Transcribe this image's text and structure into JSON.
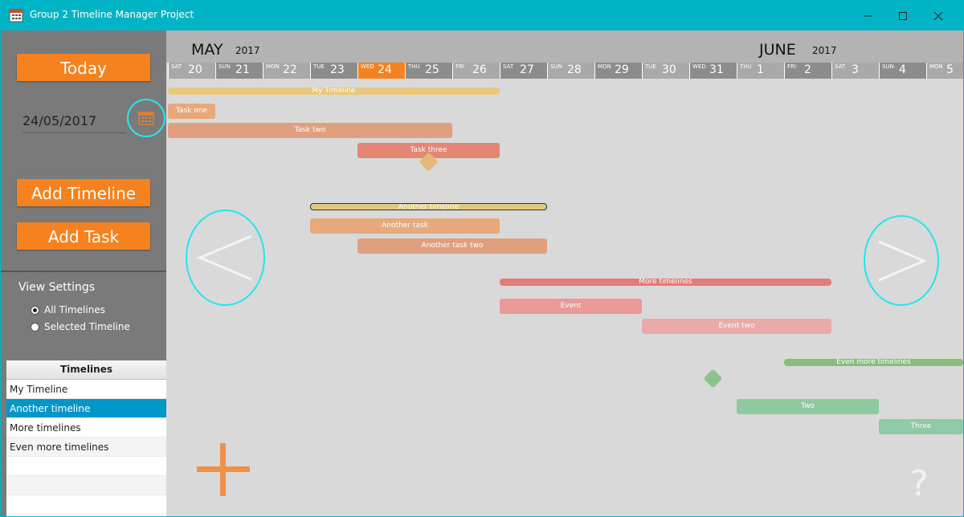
{
  "window": {
    "title": "Group 2 Timeline Manager Project",
    "accent": "#00b4c5",
    "controls": [
      "minimize-icon",
      "maximize-icon",
      "close-icon"
    ]
  },
  "sidebar": {
    "today_label": "Today",
    "date_value": "24/05/2017",
    "calendar_icon": "calendar-icon",
    "add_timeline_label": "Add Timeline",
    "add_task_label": "Add Task",
    "button_color": "#f5821f",
    "view_settings": {
      "label": "View Settings",
      "options": [
        {
          "label": "All Timelines",
          "checked": true
        },
        {
          "label": "Selected Timeline",
          "checked": false
        }
      ]
    },
    "timelines_list": {
      "header": "Timelines",
      "items": [
        "My Timeline",
        "Another timeline",
        "More timelines",
        "Even more timelines"
      ],
      "selected": "Another timeline"
    }
  },
  "calendar": {
    "months": [
      {
        "name": "MAY",
        "year": "2017"
      },
      {
        "name": "JUNE",
        "year": "2017"
      }
    ],
    "days": [
      {
        "abbr": "SAT",
        "num": "20"
      },
      {
        "abbr": "SUN",
        "num": "21"
      },
      {
        "abbr": "MON",
        "num": "22"
      },
      {
        "abbr": "TUE",
        "num": "23"
      },
      {
        "abbr": "WED",
        "num": "24",
        "today": true
      },
      {
        "abbr": "THU",
        "num": "25"
      },
      {
        "abbr": "FRI",
        "num": "26"
      },
      {
        "abbr": "SAT",
        "num": "27"
      },
      {
        "abbr": "SUN",
        "num": "28"
      },
      {
        "abbr": "MON",
        "num": "29"
      },
      {
        "abbr": "TUE",
        "num": "30"
      },
      {
        "abbr": "WED",
        "num": "31"
      },
      {
        "abbr": "THU",
        "num": "1"
      },
      {
        "abbr": "FRI",
        "num": "2"
      },
      {
        "abbr": "SAT",
        "num": "3"
      },
      {
        "abbr": "SUN",
        "num": "4"
      },
      {
        "abbr": "MON",
        "num": "5"
      }
    ],
    "today_color": "#f5821f"
  },
  "items": [
    {
      "kind": "timeline",
      "label": "My Timeline",
      "start": "20",
      "end": "26",
      "color": "#e8c87a"
    },
    {
      "kind": "task",
      "label": "Task one",
      "start": "20",
      "end": "20",
      "color": "#e9a87a"
    },
    {
      "kind": "task",
      "label": "Task two",
      "start": "20",
      "end": "25",
      "color": "#e0a07e"
    },
    {
      "kind": "task",
      "label": "Task three",
      "start": "24",
      "end": "26",
      "color": "#e38673"
    },
    {
      "kind": "event",
      "label": "",
      "date": "25",
      "color": "#e3b87a"
    },
    {
      "kind": "timeline",
      "label": "Another timeline",
      "start": "23",
      "end": "27",
      "color": "#e3c77e",
      "selected": true
    },
    {
      "kind": "task",
      "label": "Another task",
      "start": "23",
      "end": "26",
      "color": "#e8aa7c"
    },
    {
      "kind": "task",
      "label": "Another task two",
      "start": "24",
      "end": "27",
      "color": "#e0a07e"
    },
    {
      "kind": "timeline",
      "label": "More timelines",
      "start": "27",
      "end": "2",
      "color": "#e57a7a"
    },
    {
      "kind": "task",
      "label": "Event",
      "start": "27",
      "end": "29",
      "color": "#ea9898"
    },
    {
      "kind": "task",
      "label": "Event two",
      "start": "30",
      "end": "2",
      "color": "#eba9a9"
    },
    {
      "kind": "timeline",
      "label": "Even more timelines",
      "start": "2",
      "end": "5",
      "color": "#88be7c"
    },
    {
      "kind": "event",
      "label": "",
      "date": "31",
      "color": "#8cc28c"
    },
    {
      "kind": "task",
      "label": "Two",
      "start": "1",
      "end": "3",
      "color": "#8ecaa0"
    },
    {
      "kind": "task",
      "label": "Three",
      "start": "4",
      "end": "5",
      "color": "#8ecaa8"
    }
  ],
  "navigation": {
    "prev_glyph": "<",
    "next_glyph": ">",
    "add_icon": "plus-icon",
    "help_glyph": "?"
  }
}
